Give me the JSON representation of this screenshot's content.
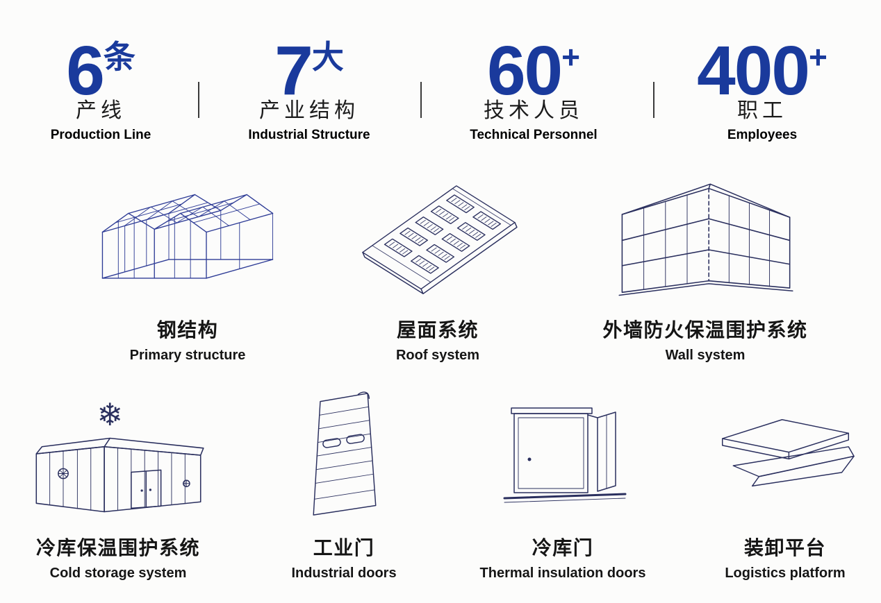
{
  "page": {
    "background": "#fcfcfb"
  },
  "colors": {
    "accent_blue": "#1a3a9c",
    "line_navy": "#2a2f5e",
    "steel_blue": "#2e3c96",
    "divider": "#3a3a3a",
    "text_dark": "#1b1b1b"
  },
  "icons": {
    "snowflake": "❄"
  },
  "stats": [
    {
      "number": "6",
      "suffix": "条",
      "label_zh": "产线",
      "label_en": "Production Line"
    },
    {
      "number": "7",
      "suffix": "大",
      "label_zh": "产业结构",
      "label_en": "Industrial Structure"
    },
    {
      "number": "60",
      "suffix": "+",
      "label_zh": "技术人员",
      "label_en": "Technical Personnel"
    },
    {
      "number": "400",
      "suffix": "+",
      "label_zh": "职工",
      "label_en": "Employees"
    }
  ],
  "products": {
    "row1": [
      {
        "zh": "钢结构",
        "en": "Primary structure",
        "icon": "steel-structure-icon"
      },
      {
        "zh": "屋面系统",
        "en": "Roof system",
        "icon": "roof-system-icon"
      },
      {
        "zh": "外墙防火保温围护系统",
        "en": "Wall system",
        "icon": "wall-system-icon"
      }
    ],
    "row2": [
      {
        "zh": "冷库保温围护系统",
        "en": "Cold storage system",
        "icon": "cold-storage-icon"
      },
      {
        "zh": "工业门",
        "en": "Industrial doors",
        "icon": "industrial-door-icon"
      },
      {
        "zh": "冷库门",
        "en": "Thermal insulation doors",
        "icon": "cold-storage-door-icon"
      },
      {
        "zh": "装卸平台",
        "en": "Logistics platform",
        "icon": "loading-platform-icon"
      }
    ]
  }
}
